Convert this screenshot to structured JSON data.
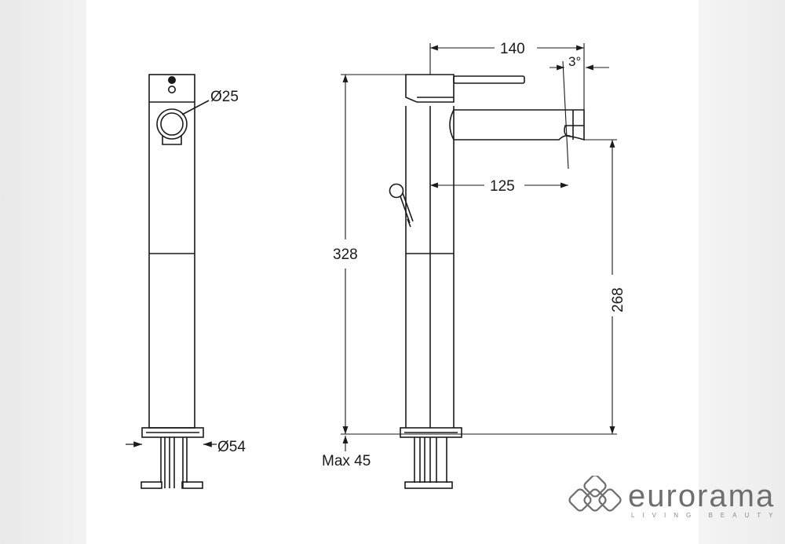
{
  "dimensions": {
    "diameter_top": "Ø25",
    "diameter_base": "Ø54",
    "spout_length": "140",
    "spout_angle": "3°",
    "spout_reach": "125",
    "total_height": "328",
    "outlet_height": "268",
    "max_thickness": "Max 45"
  },
  "brand": {
    "name": "eurorama",
    "tagline": "LIVING BEAUTY"
  },
  "colors": {
    "line": "#1a1a1a",
    "brand": "#6e6e6e"
  }
}
